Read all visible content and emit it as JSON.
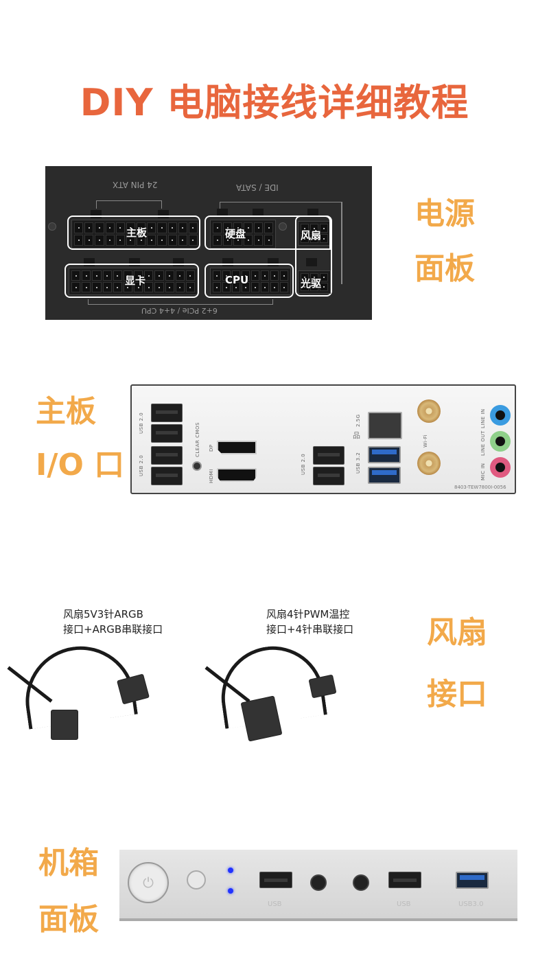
{
  "title": "DIY 电脑接线详细教程",
  "colors": {
    "title": "#e8663d",
    "side_label": "#f2a94a",
    "group_outline": "#ffffff"
  },
  "sections": {
    "psu": {
      "side_label": [
        "电源",
        "面板"
      ],
      "top_labels": {
        "atx": "24 PIN ATX",
        "ide_sata": "IDE / SATA"
      },
      "bottom_label": "6+2 PCIe / 4+4 CPU",
      "groups": [
        {
          "label": "主板"
        },
        {
          "label": "硬盘"
        },
        {
          "label": "风扇"
        },
        {
          "label": "显卡"
        },
        {
          "label": "CPU"
        },
        {
          "label": "光驱"
        }
      ]
    },
    "io": {
      "side_label": [
        "主板",
        "I/O 口"
      ],
      "port_labels": {
        "usb2_top": "USB 2.0",
        "usb2_bottom": "USB 2.0",
        "clear_cmos": "CLEAR CMOS",
        "dp": "DP",
        "hdmi": "HDMI",
        "usb2_mid": "USB 2.0",
        "usb32": "USB 3.2",
        "lan": "2.5G",
        "wifi": "Wi-Fi",
        "line_in": "LINE IN",
        "line_out": "LINE OUT",
        "mic_in": "MIC IN",
        "serial": "8403-TEW7800I-0056"
      }
    },
    "fan": {
      "side_label": [
        "风扇",
        "接口"
      ],
      "items": [
        {
          "caption_line1": "风扇5V3针ARGB",
          "caption_line2": "接口+ARGB串联接口"
        },
        {
          "caption_line1": "风扇4针PWM温控",
          "caption_line2": "接口+4针串联接口"
        }
      ]
    },
    "case": {
      "side_label": [
        "机箱",
        "面板"
      ],
      "port_labels": {
        "usb_a": "USB",
        "usb_b": "USB",
        "usb30": "USB3.0"
      },
      "power_glyph": "⏻"
    }
  }
}
